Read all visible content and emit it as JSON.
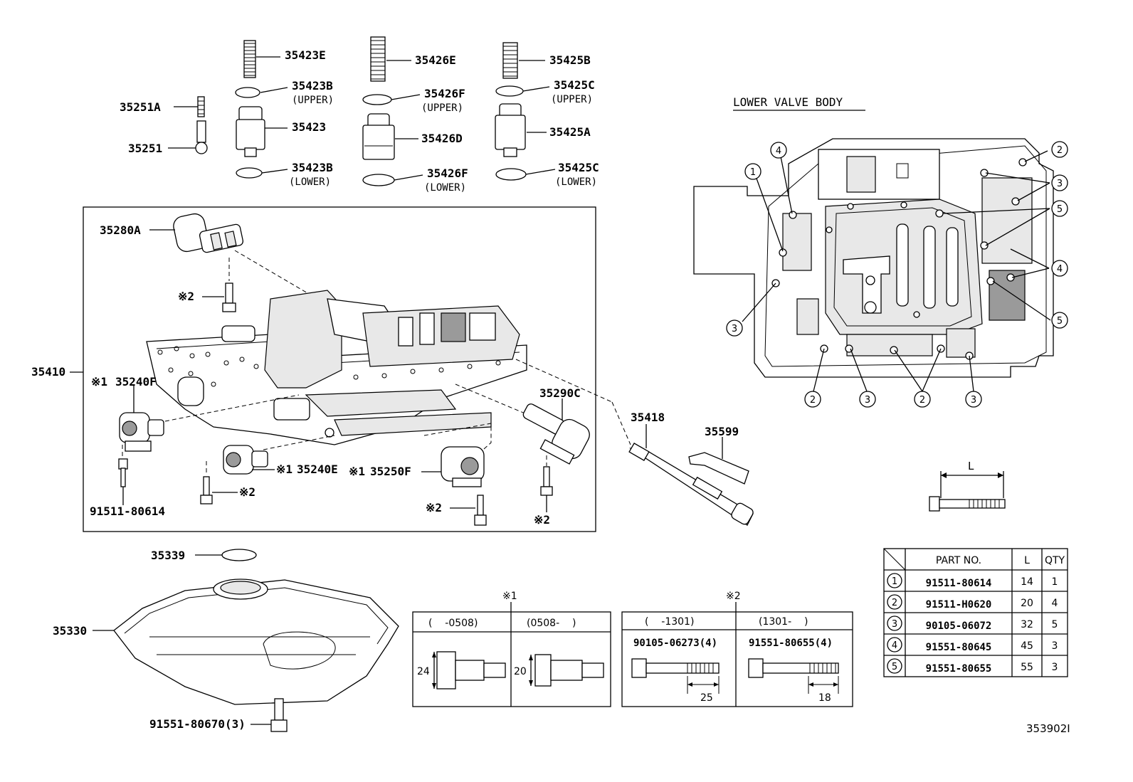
{
  "labels": {
    "p35423E": "35423E",
    "p35426E": "35426E",
    "p35425B": "35425B",
    "p35423B_u": "35423B",
    "p35426F_u": "35426F",
    "p35425C_u": "35425C",
    "upper": "(UPPER)",
    "lower": "(LOWER)",
    "p35251A": "35251A",
    "p35251": "35251",
    "p35423": "35423",
    "p35426D": "35426D",
    "p35425A": "35425A",
    "p35423B_l": "35423B",
    "p35426F_l": "35426F",
    "p35425C_l": "35425C",
    "p35280A": "35280A",
    "p35410": "35410",
    "p35240F": "35240F",
    "p35240E": "35240E",
    "p35250F": "35250F",
    "p35290C": "35290C",
    "p35418": "35418",
    "p35599": "35599",
    "p91511_80614": "91511-80614",
    "p35339": "35339",
    "p35330": "35330",
    "p91551_80670": "91551-80670(3)",
    "mark1": "※1",
    "mark2": "※2",
    "lower_valve_body": "LOWER VALVE BODY",
    "dim_L": "L",
    "diagram_id": "353902I"
  },
  "callouts": [
    "1",
    "2",
    "3",
    "4",
    "5"
  ],
  "note1": {
    "mark": "※1",
    "col1": "(    -0508)",
    "col2": "(0508-    )",
    "dim1": "24",
    "dim2": "20"
  },
  "note2": {
    "mark": "※2",
    "col1": "(    -1301)",
    "col2": "(1301-    )",
    "part1": "90105-06273(4)",
    "part2": "91551-80655(4)",
    "dim1": "25",
    "dim2": "18"
  },
  "bolt_table": {
    "headers": [
      "PART NO.",
      "L",
      "QTY"
    ],
    "rows": [
      {
        "num": "1",
        "part": "91511-80614",
        "L": "14",
        "qty": "1"
      },
      {
        "num": "2",
        "part": "91511-H0620",
        "L": "20",
        "qty": "4"
      },
      {
        "num": "3",
        "part": "90105-06072",
        "L": "32",
        "qty": "5"
      },
      {
        "num": "4",
        "part": "91551-80645",
        "L": "45",
        "qty": "3"
      },
      {
        "num": "5",
        "part": "91551-80655",
        "L": "55",
        "qty": "3"
      }
    ]
  }
}
